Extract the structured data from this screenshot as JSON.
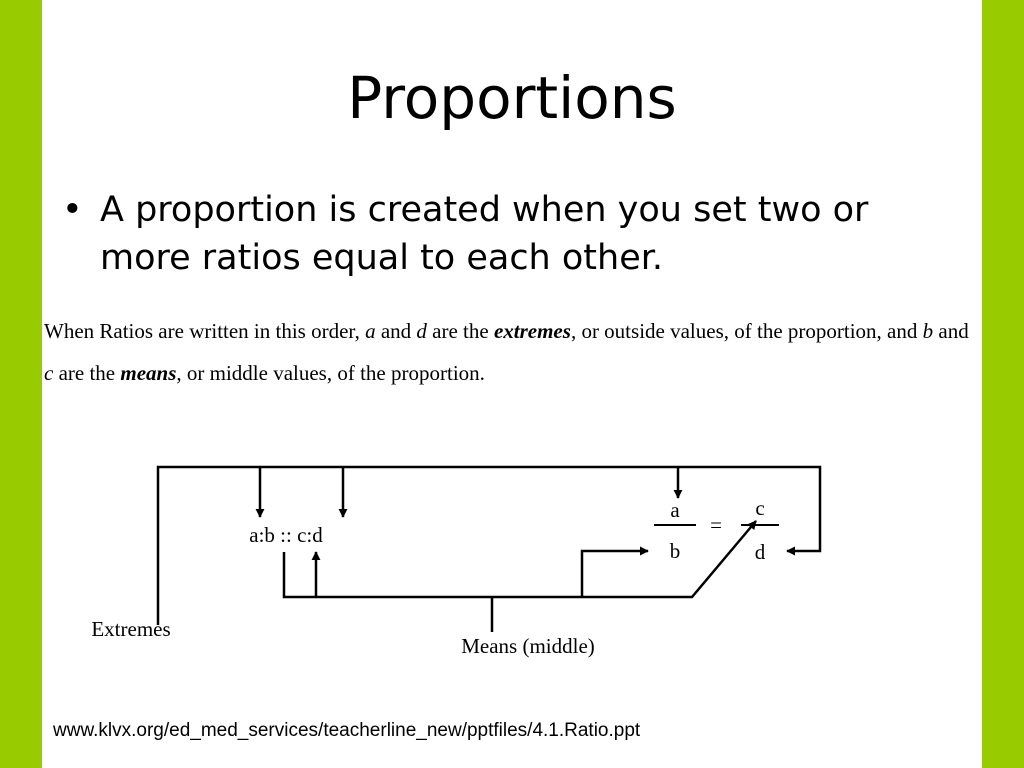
{
  "slide": {
    "title": "Proportions",
    "bullet_symbol": "•",
    "bullet": "A proportion is created when you set two or more ratios equal to each other.",
    "paragraph": {
      "p1": "When Ratios are written in this order, ",
      "a": "a",
      "p2": " and ",
      "d": "d",
      "p3": " are the ",
      "extremes": "extremes",
      "p4": ", or outside values, of the proportion, and ",
      "b": "b",
      "p5": " and ",
      "c": "c",
      "p6": " are the ",
      "means": "means",
      "p7": ", or middle values, of the proportion."
    },
    "footer": "www.klvx.org/ed_med_services/teacherline_new/pptfiles/4.1.Ratio.ppt"
  },
  "diagram": {
    "ratio_notation": "a:b :: c:d",
    "frac_a": "a",
    "frac_b": "b",
    "equals": "=",
    "frac_c": "c",
    "frac_d": "d",
    "extremes_label": "Extremes",
    "means_label": "Means (middle)"
  },
  "colors": {
    "accent_bar": "#99cc00",
    "ink": "#000000"
  }
}
